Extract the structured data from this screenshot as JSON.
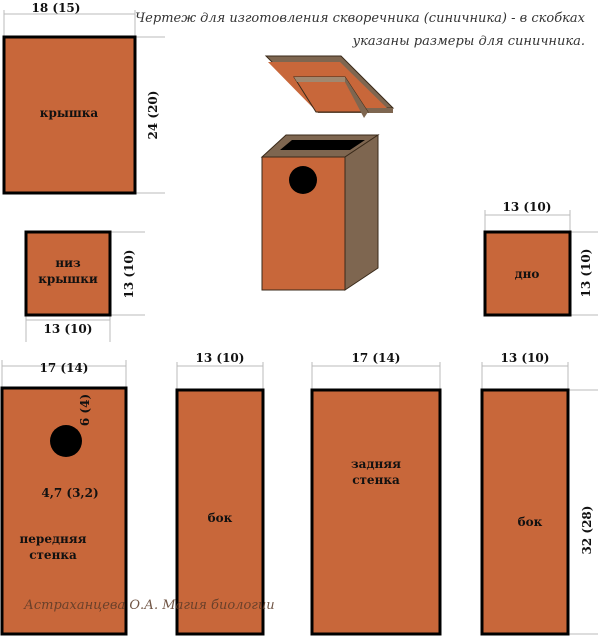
{
  "title_line1": "Чертеж для изготовления скворечника (синичника) - в скобках",
  "title_line2": "указаны размеры для синичника.",
  "colors": {
    "wood": "#C8673A",
    "side_wood": "#7E6650",
    "outline": "#000000"
  },
  "parts": {
    "lid": {
      "label": "крышка",
      "width": "18 (15)",
      "height": "24 (20)"
    },
    "lid_bottom": {
      "label1": "низ",
      "label2": "крышки",
      "width": "13 (10)",
      "height": "13 (10)"
    },
    "bottom": {
      "label": "дно",
      "width": "13 (10)",
      "height": "13 (10)"
    },
    "front": {
      "label1": "передняя",
      "label2": "стенка",
      "width": "17 (14)",
      "hole_offset": "6 (4)",
      "hole_diameter": "4,7 (3,2)"
    },
    "side_left": {
      "label": "бок",
      "width": "13 (10)"
    },
    "back": {
      "label1": "задняя",
      "label2": "стенка",
      "width": "17 (14)"
    },
    "side_right": {
      "label": "бок",
      "width": "13 (10)",
      "height": "32 (28)"
    }
  },
  "watermark": "Астраханцева О.А. Магия биологии"
}
